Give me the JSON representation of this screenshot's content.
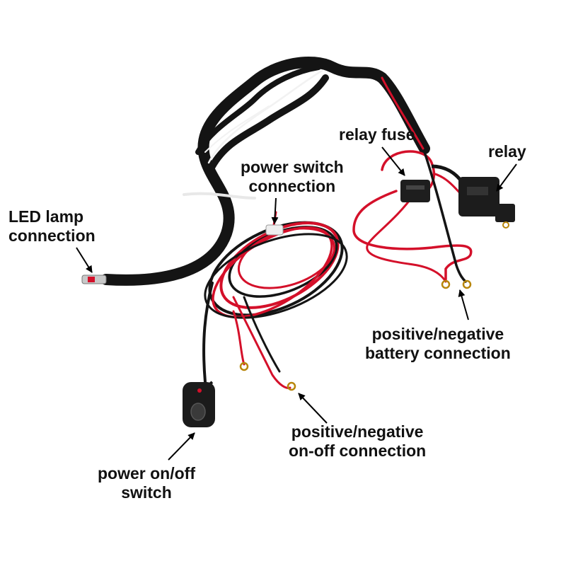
{
  "labels": {
    "led_lamp": [
      "LED lamp",
      "connection"
    ],
    "power_switch": [
      "power switch",
      "connection"
    ],
    "relay_fuse": "relay fuse",
    "relay": "relay",
    "battery": [
      "positive/negative",
      "battery connection"
    ],
    "on_off": [
      "positive/negative",
      "on-off connection"
    ],
    "power_switch_button": [
      "power on/off",
      "switch"
    ]
  },
  "colors": {
    "wire_black": "#141414",
    "wire_red": "#d4102a",
    "wire_white": "#f2f2f2",
    "background": "#ffffff",
    "text": "#111111"
  }
}
